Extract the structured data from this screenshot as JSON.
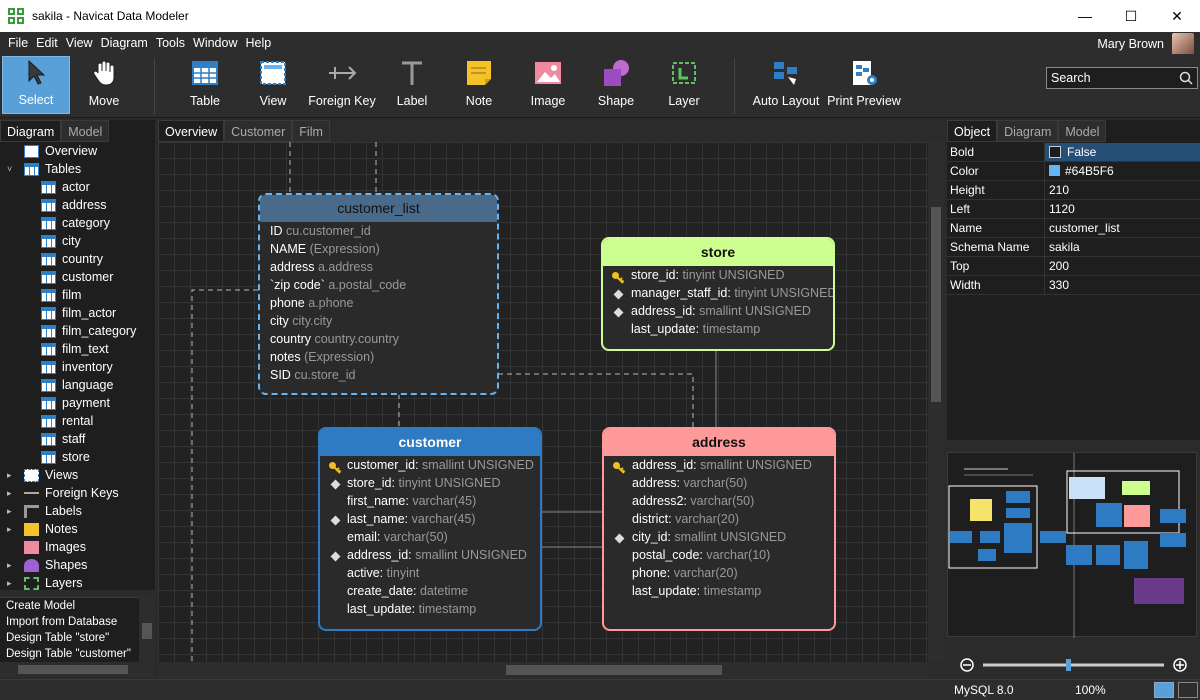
{
  "window": {
    "title": "sakila - Navicat Data Modeler"
  },
  "menu": [
    "File",
    "Edit",
    "View",
    "Diagram",
    "Tools",
    "Window",
    "Help"
  ],
  "user": {
    "name": "Mary Brown"
  },
  "toolbar": [
    {
      "label": "Select",
      "icon": "cursor-icon"
    },
    {
      "label": "Move",
      "icon": "hand-icon"
    },
    {
      "label": "Table",
      "icon": "table-icon"
    },
    {
      "label": "View",
      "icon": "view-icon"
    },
    {
      "label": "Foreign Key",
      "icon": "foreign-key-icon"
    },
    {
      "label": "Label",
      "icon": "label-icon"
    },
    {
      "label": "Note",
      "icon": "note-icon"
    },
    {
      "label": "Image",
      "icon": "image-icon"
    },
    {
      "label": "Shape",
      "icon": "shape-icon"
    },
    {
      "label": "Layer",
      "icon": "layer-icon"
    },
    {
      "label": "Auto Layout",
      "icon": "auto-layout-icon"
    },
    {
      "label": "Print Preview",
      "icon": "print-preview-icon"
    }
  ],
  "search": {
    "value": "Search"
  },
  "left_tabs": [
    "Diagram",
    "Model"
  ],
  "tree": {
    "overview": "Overview",
    "tables_label": "Tables",
    "tables": [
      "actor",
      "address",
      "category",
      "city",
      "country",
      "customer",
      "film",
      "film_actor",
      "film_category",
      "film_text",
      "inventory",
      "language",
      "payment",
      "rental",
      "staff",
      "store"
    ],
    "groups": [
      "Views",
      "Foreign Keys",
      "Labels",
      "Notes",
      "Images",
      "Shapes",
      "Layers"
    ]
  },
  "history": [
    "Create Model",
    "Import from Database",
    "Design Table \"store\"",
    "Design Table \"customer\""
  ],
  "canvas_tabs": [
    "Overview",
    "Customer",
    "Film"
  ],
  "entities": {
    "customer_list": {
      "title": "customer_list",
      "rows": [
        [
          "ID",
          "cu.customer_id"
        ],
        [
          "NAME",
          "(Expression)"
        ],
        [
          "address",
          "a.address"
        ],
        [
          "`zip code`",
          "a.postal_code"
        ],
        [
          "phone",
          "a.phone"
        ],
        [
          "city",
          "city.city"
        ],
        [
          "country",
          "country.country"
        ],
        [
          "notes",
          "(Expression)"
        ],
        [
          "SID",
          "cu.store_id"
        ]
      ]
    },
    "store": {
      "title": "store",
      "rows": [
        [
          "store_id:",
          "tinyint UNSIGNED",
          "key"
        ],
        [
          "manager_staff_id:",
          "tinyint UNSIGNED",
          "dia"
        ],
        [
          "address_id:",
          "smallint UNSIGNED",
          "dia"
        ],
        [
          "last_update:",
          "timestamp",
          ""
        ]
      ]
    },
    "customer": {
      "title": "customer",
      "rows": [
        [
          "customer_id:",
          "smallint UNSIGNED",
          "key"
        ],
        [
          "store_id:",
          "tinyint UNSIGNED",
          "dia"
        ],
        [
          "first_name:",
          "varchar(45)",
          ""
        ],
        [
          "last_name:",
          "varchar(45)",
          "dia"
        ],
        [
          "email:",
          "varchar(50)",
          ""
        ],
        [
          "address_id:",
          "smallint UNSIGNED",
          "dia"
        ],
        [
          "active:",
          "tinyint",
          ""
        ],
        [
          "create_date:",
          "datetime",
          ""
        ],
        [
          "last_update:",
          "timestamp",
          ""
        ]
      ]
    },
    "address": {
      "title": "address",
      "rows": [
        [
          "address_id:",
          "smallint UNSIGNED",
          "key"
        ],
        [
          "address:",
          "varchar(50)",
          ""
        ],
        [
          "address2:",
          "varchar(50)",
          ""
        ],
        [
          "district:",
          "varchar(20)",
          ""
        ],
        [
          "city_id:",
          "smallint UNSIGNED",
          "dia"
        ],
        [
          "postal_code:",
          "varchar(10)",
          ""
        ],
        [
          "phone:",
          "varchar(20)",
          ""
        ],
        [
          "last_update:",
          "timestamp",
          ""
        ]
      ]
    }
  },
  "right_tabs": [
    "Object",
    "Diagram",
    "Model"
  ],
  "properties": [
    {
      "k": "Bold",
      "v": "False"
    },
    {
      "k": "Color",
      "v": "#64B5F6"
    },
    {
      "k": "Height",
      "v": "210"
    },
    {
      "k": "Left",
      "v": "1120"
    },
    {
      "k": "Name",
      "v": "customer_list"
    },
    {
      "k": "Schema Name",
      "v": "sakila"
    },
    {
      "k": "Top",
      "v": "200"
    },
    {
      "k": "Width",
      "v": "330"
    }
  ],
  "status": {
    "db": "MySQL 8.0",
    "zoom": "100%"
  },
  "colors": {
    "view": "#64B5F6",
    "store": "#CCFF90",
    "customer": "#2E7BC4",
    "address": "#FF9A9A",
    "accent": "#5AA0D8"
  }
}
